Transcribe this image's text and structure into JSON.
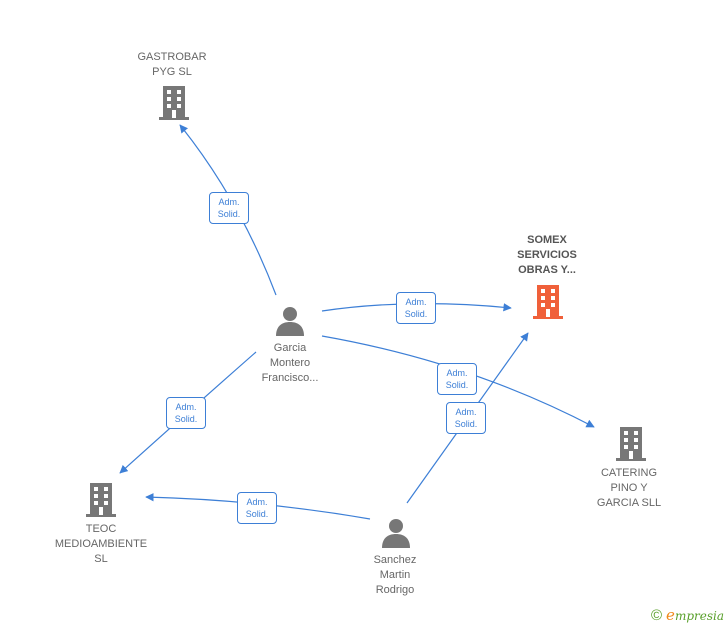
{
  "colors": {
    "edge": "#3d7fd6",
    "company_icon": "#777777",
    "focus_company_icon": "#f0603a",
    "person_icon": "#777777",
    "text": "#666666",
    "footer_green": "#5aa02c",
    "footer_orange": "#f08a1c"
  },
  "nodes": {
    "gastrobar": {
      "type": "company",
      "icon": "building-icon",
      "lines": [
        "GASTROBAR",
        "PYG  SL"
      ]
    },
    "somex": {
      "type": "company",
      "focus": true,
      "icon": "building-icon",
      "lines": [
        "SOMEX",
        "SERVICIOS",
        "OBRAS Y..."
      ]
    },
    "catering": {
      "type": "company",
      "icon": "building-icon",
      "lines": [
        "CATERING",
        "PINO Y",
        "GARCIA SLL"
      ]
    },
    "teoc": {
      "type": "company",
      "icon": "building-icon",
      "lines": [
        "TEOC",
        "MEDIOAMBIENTE",
        "SL"
      ]
    },
    "garcia": {
      "type": "person",
      "icon": "person-icon",
      "lines": [
        "Garcia",
        "Montero",
        "Francisco..."
      ]
    },
    "sanchez": {
      "type": "person",
      "icon": "person-icon",
      "lines": [
        "Sanchez",
        "Martin",
        "Rodrigo"
      ]
    }
  },
  "edges": [
    {
      "id": "garcia-gastrobar",
      "from": "garcia",
      "to": "gastrobar",
      "label": [
        "Adm.",
        "Solid."
      ]
    },
    {
      "id": "garcia-somex",
      "from": "garcia",
      "to": "somex",
      "label": [
        "Adm.",
        "Solid."
      ]
    },
    {
      "id": "garcia-catering",
      "from": "garcia",
      "to": "catering",
      "label": [
        "Adm.",
        "Solid."
      ]
    },
    {
      "id": "garcia-teoc",
      "from": "garcia",
      "to": "teoc",
      "label": [
        "Adm.",
        "Solid."
      ]
    },
    {
      "id": "sanchez-somex",
      "from": "sanchez",
      "to": "somex",
      "label": [
        "Adm.",
        "Solid."
      ]
    },
    {
      "id": "sanchez-teoc",
      "from": "sanchez",
      "to": "teoc",
      "label": [
        "Adm.",
        "Solid."
      ]
    }
  ],
  "footer": {
    "copyright_symbol": "©",
    "brand_initial": "e",
    "brand_rest": "mpresia"
  }
}
